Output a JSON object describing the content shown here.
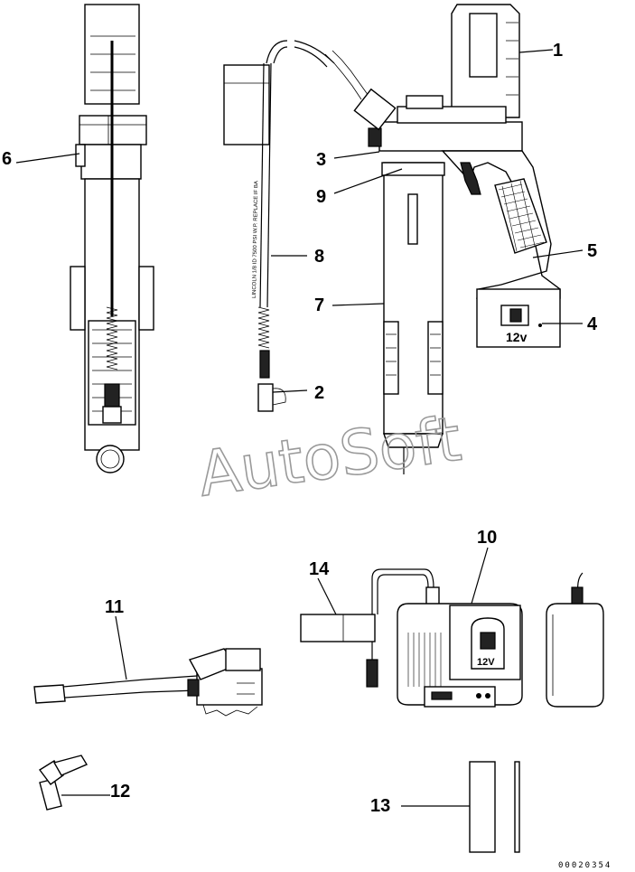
{
  "callouts": [
    "1",
    "2",
    "3",
    "4",
    "5",
    "6",
    "7",
    "8",
    "9",
    "10",
    "11",
    "12",
    "13",
    "14"
  ],
  "battery_label": "12v",
  "charger_label": "12V",
  "hose_print": "LINCOLN 1/8 ID 7500 PSI W.P. REPLACE IF BA",
  "watermark": "AutoSoft",
  "doc_number": "00020354"
}
